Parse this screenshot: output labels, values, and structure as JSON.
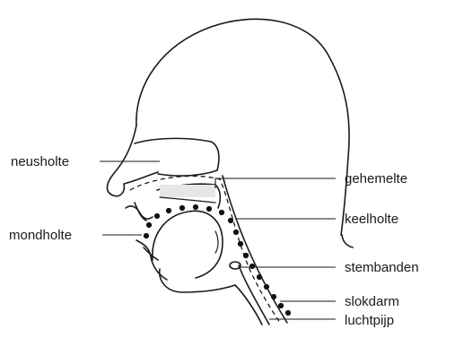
{
  "labels": {
    "neusholte": "neusholte",
    "mondholte": "mondholte",
    "gehemelte": "gehemelte",
    "keelholte": "keelholte",
    "stembanden": "stembanden",
    "slokdarm": "slokdarm",
    "luchtpijp": "luchtpijp"
  }
}
